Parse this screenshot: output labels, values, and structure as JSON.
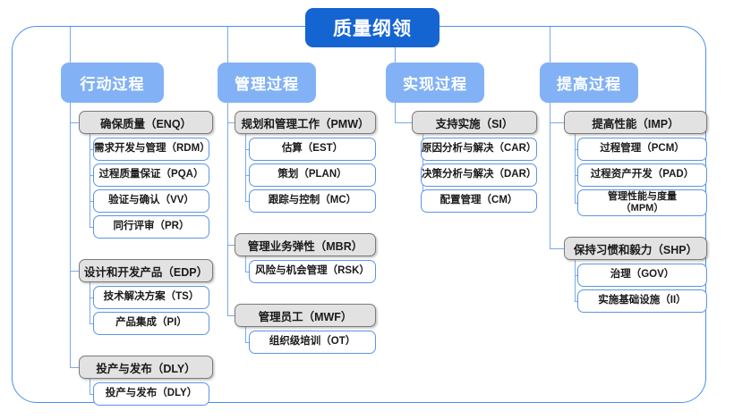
{
  "diagram": {
    "title": "质量纲领",
    "frame_color": "#4a90e8",
    "title_color": "#1464d2",
    "header_color": "#82b2f5",
    "group_color": "#e2e2e2",
    "leaf_border_color": "#5b94e8",
    "columns": [
      {
        "header": "行动过程",
        "groups": [
          {
            "label": "确保质量（ENQ）",
            "children": [
              "需求开发与管理（RDM）",
              "过程质量保证（PQA）",
              "验证与确认（VV）",
              "同行评审（PR）"
            ]
          },
          {
            "label": "设计和开发产品（EDP）",
            "children": [
              "技术解决方案（TS）",
              "产品集成（PI）"
            ]
          },
          {
            "label": "投产与发布（DLY）",
            "children": [
              "投产与发布（DLY）"
            ]
          }
        ]
      },
      {
        "header": "管理过程",
        "groups": [
          {
            "label": "规划和管理工作（PMW）",
            "children": [
              "估算（EST）",
              "策划（PLAN）",
              "跟踪与控制（MC）"
            ]
          },
          {
            "label": "管理业务弹性（MBR）",
            "children": [
              "风险与机会管理（RSK）"
            ]
          },
          {
            "label": "管理员工（MWF）",
            "children": [
              "组织级培训（OT）"
            ]
          }
        ]
      },
      {
        "header": "实现过程",
        "groups": [
          {
            "label": "支持实施（SI）",
            "children": [
              "原因分析与解决（CAR）",
              "决策分析与解决（DAR）",
              "配置管理（CM）"
            ]
          }
        ]
      },
      {
        "header": "提高过程",
        "groups": [
          {
            "label": "提高性能（IMP）",
            "children": [
              "过程管理（PCM）",
              "过程资产开发（PAD）",
              "管理性能与度量\n（MPM）"
            ]
          },
          {
            "label": "保持习惯和毅力（SHP）",
            "children": [
              "治理（GOV）",
              "实施基础设施（II）"
            ]
          }
        ]
      }
    ]
  }
}
